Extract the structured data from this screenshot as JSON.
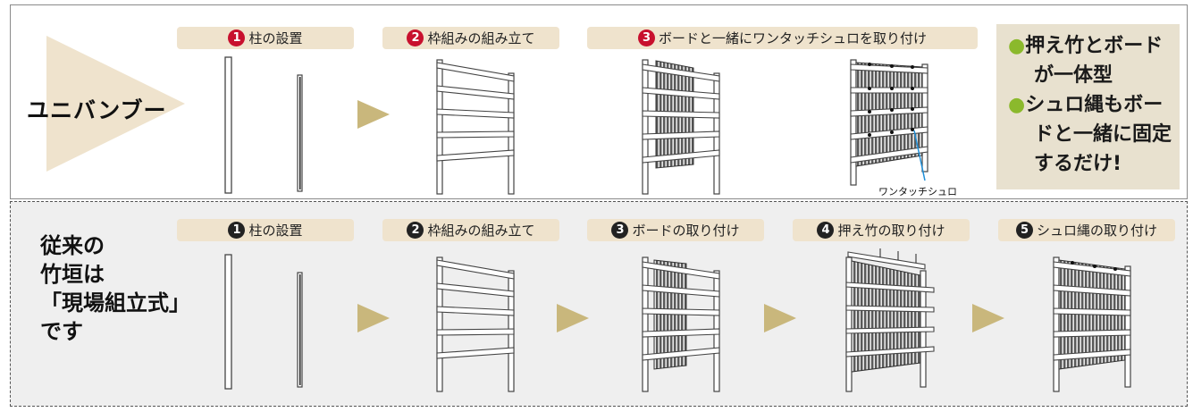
{
  "unibamboo": {
    "label": "ユニバンブー",
    "steps": [
      {
        "num": "1",
        "label": "柱の設置"
      },
      {
        "num": "2",
        "label": "枠組みの組み立て"
      },
      {
        "num": "3",
        "label": "ボードと一緒にワンタッチシュロを取り付け"
      }
    ],
    "callout": "ワンタッチシュロ"
  },
  "note": {
    "line1a": "押え竹とボード",
    "line1b": "が一体型",
    "line2a": "シュロ縄もボー",
    "line2b": "ドと一緒に固定",
    "line2c": "するだけ!",
    "bullet_color": "#8bb92c"
  },
  "conventional": {
    "label_lines": [
      "従来の",
      "竹垣は",
      "「現場組立式」",
      "です"
    ],
    "steps": [
      {
        "num": "1",
        "label": "柱の設置"
      },
      {
        "num": "2",
        "label": "枠組みの組み立て"
      },
      {
        "num": "3",
        "label": "ボードの取り付け"
      },
      {
        "num": "4",
        "label": "押え竹の取り付け"
      },
      {
        "num": "5",
        "label": "シュロ縄の取り付け"
      }
    ]
  },
  "colors": {
    "accent_red": "#c8102e",
    "pill_beige": "#efe3cd",
    "arrow_gold": "#c9b77c",
    "callout_blue": "#1f8fd8"
  }
}
